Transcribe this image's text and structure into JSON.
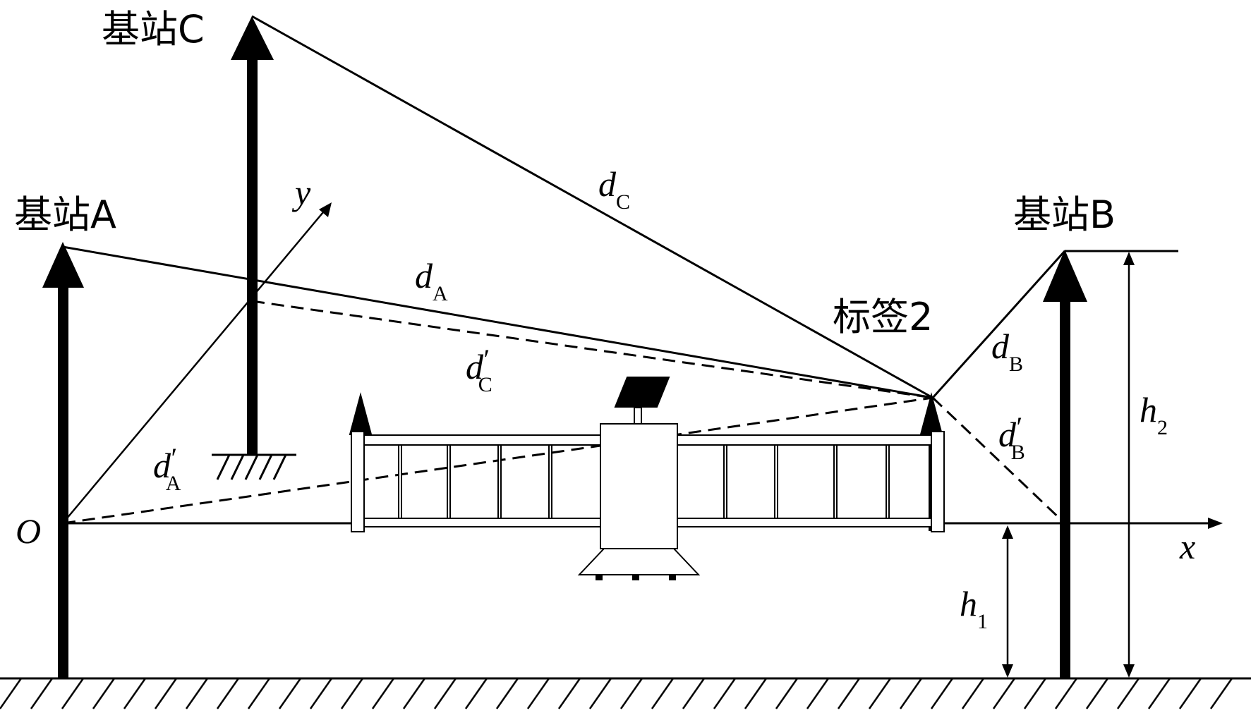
{
  "labels": {
    "station_c": "基站C",
    "station_a": "基站A",
    "station_b": "基站B",
    "tag2": "标签2",
    "origin": "O",
    "x_axis": "x",
    "y_axis": "y",
    "d_c": {
      "main": "d",
      "sub": "C",
      "prime": ""
    },
    "d_a": {
      "main": "d",
      "sub": "A",
      "prime": ""
    },
    "d_b": {
      "main": "d",
      "sub": "B",
      "prime": ""
    },
    "d_c_prime": {
      "main": "d",
      "sub": "C",
      "prime": "′"
    },
    "d_a_prime": {
      "main": "d",
      "sub": "A",
      "prime": "′"
    },
    "d_b_prime": {
      "main": "d",
      "sub": "B",
      "prime": "′"
    },
    "h1": {
      "main": "h",
      "sub": "1"
    },
    "h2": {
      "main": "h",
      "sub": "2"
    }
  },
  "colors": {
    "ink": "#000000",
    "background": "#ffffff"
  }
}
